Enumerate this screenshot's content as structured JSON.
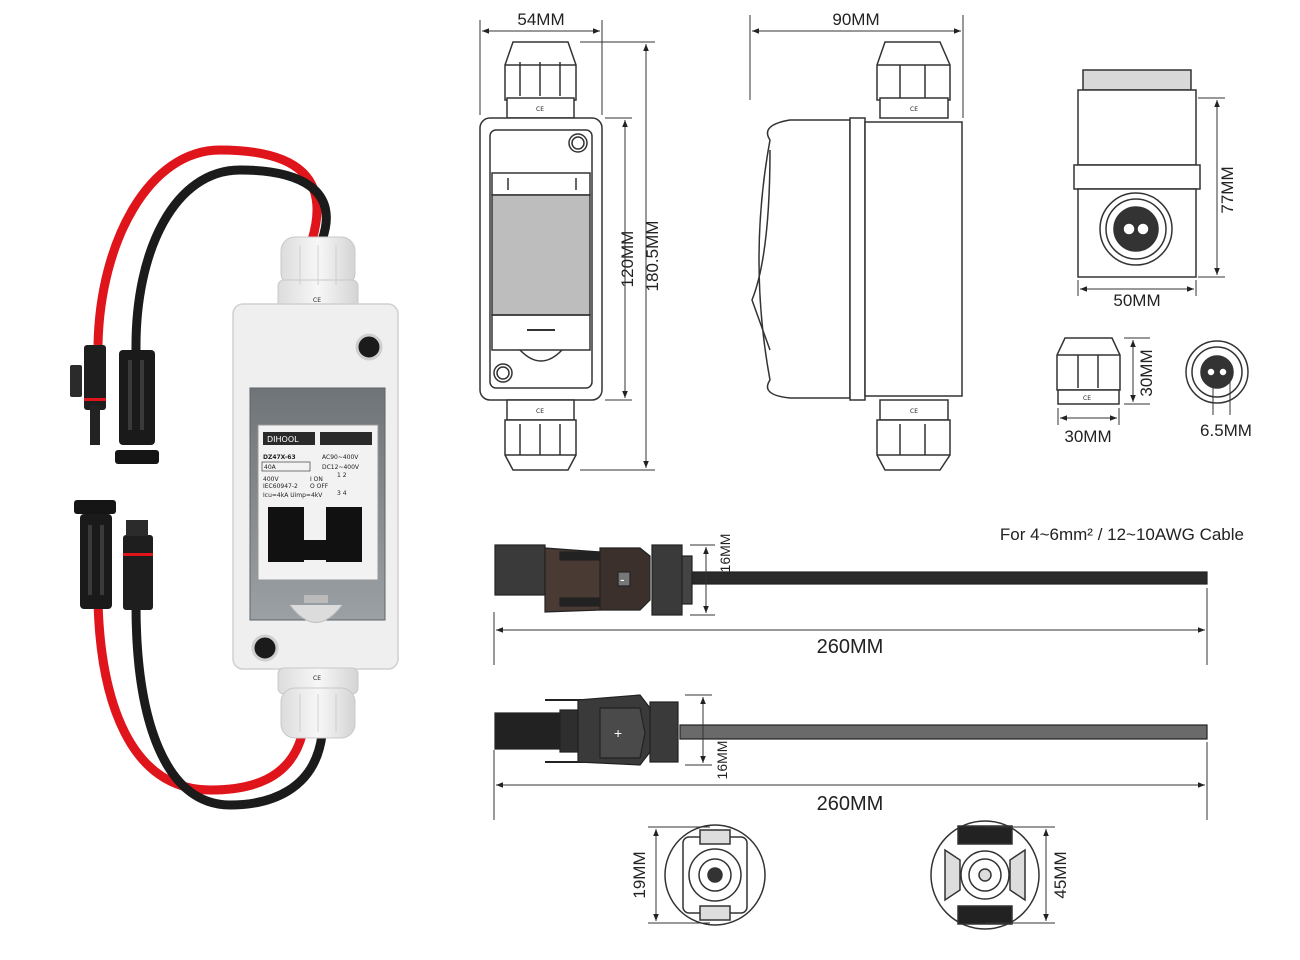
{
  "product_photo": {
    "brand": "DIHOOL",
    "model": "DZ47X-63",
    "current": "40A",
    "ac_rating": "AC90~400V",
    "dc_rating": "DC12~400V",
    "spec_1": "400V",
    "spec_2": "IEC60947-2",
    "spec_3": "Icu=4kA  Uimp=4kV",
    "on_label": "I ON",
    "off_label": "O OFF",
    "terminal_label": "1  2",
    "terminal_label_2": "3  4",
    "ce_mark": "CE",
    "colors": {
      "red_wire": "#e0141b",
      "black_wire": "#1b1b1b",
      "housing": "#eeeeee"
    }
  },
  "front_view": {
    "width_label": "54MM",
    "inner_height_label": "120MM",
    "total_height_label": "180.5MM",
    "ce_mark": "CE"
  },
  "side_view": {
    "width_label": "90MM",
    "ce_mark": "CE"
  },
  "end_view": {
    "height_label": "77MM",
    "width_label": "50MM"
  },
  "gland_detail": {
    "height_label": "30MM",
    "width_label": "30MM",
    "hole_label": "6.5MM",
    "ce_mark": "CE"
  },
  "cable_note": "For 4~6mm² / 12~10AWG Cable",
  "connector_female": {
    "diameter_label": "16MM",
    "length_label": "260MM",
    "symbol": "-"
  },
  "connector_male": {
    "diameter_label": "16MM",
    "length_label": "260MM",
    "symbol": "+"
  },
  "connector_ends": {
    "left_label": "19MM",
    "right_label": "45MM"
  }
}
